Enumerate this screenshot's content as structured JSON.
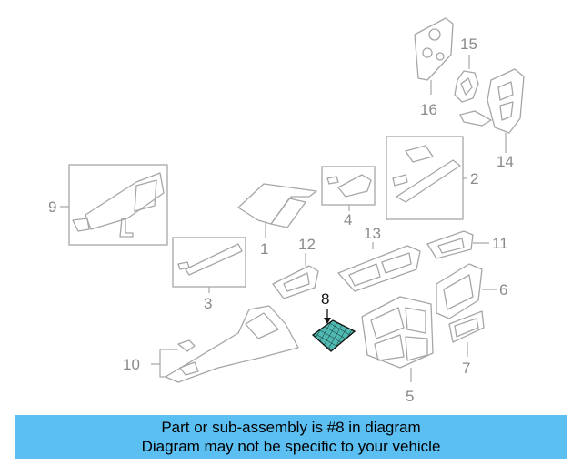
{
  "diagram": {
    "callouts": {
      "c1": "1",
      "c2": "2",
      "c3": "3",
      "c4": "4",
      "c5": "5",
      "c6": "6",
      "c7": "7",
      "c8": "8",
      "c9": "9",
      "c10": "10",
      "c11": "11",
      "c12": "12",
      "c13": "13",
      "c14": "14",
      "c15": "15",
      "c16": "16"
    },
    "highlight_part": "8",
    "colors": {
      "line": "#a6a6a6",
      "highlight_fill": "#4fb8b0",
      "highlight_stroke": "#111111",
      "banner": "#5bbff2"
    }
  },
  "banner": {
    "line1": "Part or sub-assembly is #8 in diagram",
    "line2": "Diagram may not be specific to your vehicle"
  }
}
